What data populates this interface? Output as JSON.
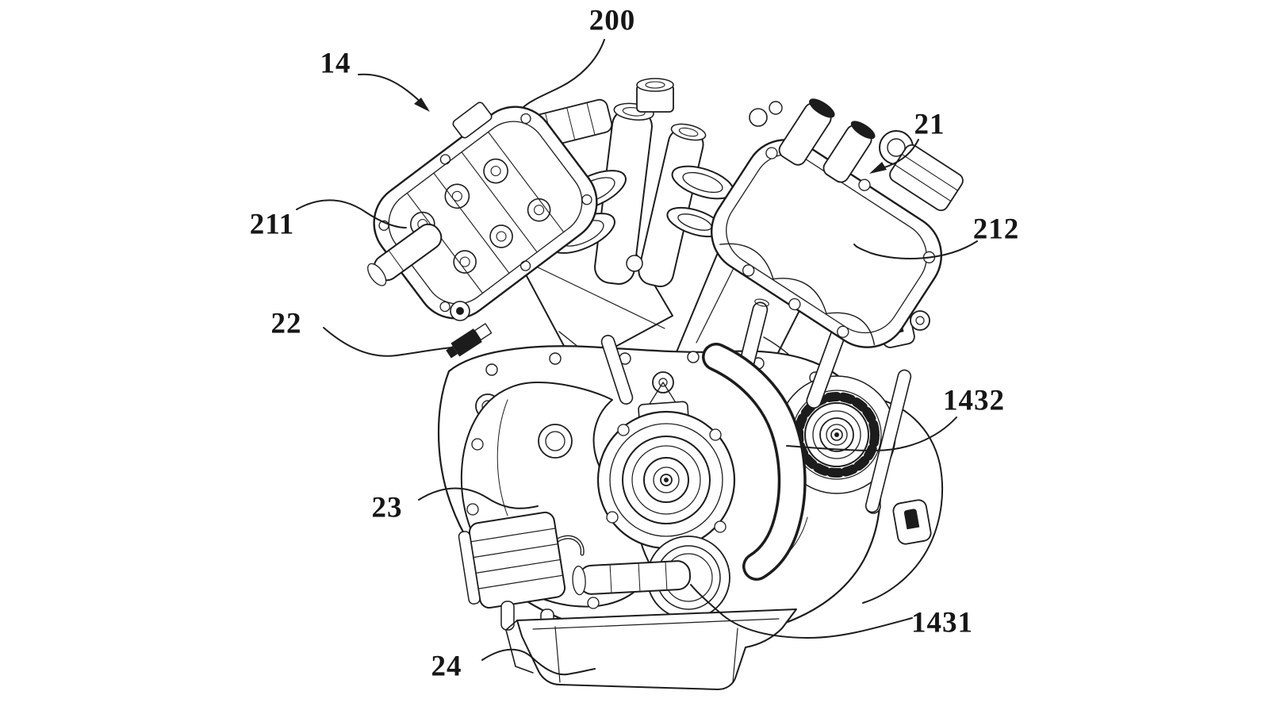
{
  "figure": {
    "kind": "patent-line-drawing",
    "subject": "v-twin-engine-assembly",
    "background_color": "#ffffff",
    "line_color": "#1c1c1c"
  },
  "labels": [
    {
      "ref": "14",
      "text": "14"
    },
    {
      "ref": "200",
      "text": "200"
    },
    {
      "ref": "21",
      "text": "21"
    },
    {
      "ref": "211",
      "text": "211"
    },
    {
      "ref": "212",
      "text": "212"
    },
    {
      "ref": "22",
      "text": "22"
    },
    {
      "ref": "23",
      "text": "23"
    },
    {
      "ref": "24",
      "text": "24"
    },
    {
      "ref": "1431",
      "text": "1431"
    },
    {
      "ref": "1432",
      "text": "1432"
    }
  ]
}
